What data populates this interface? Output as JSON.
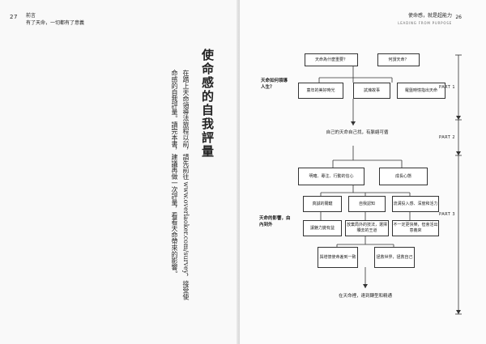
{
  "left_header": {
    "page_number": "27",
    "line1": "前言",
    "line2": "有了天命，一切都有了意義"
  },
  "right_header": {
    "title": "使命感，就是超能力",
    "page_number": "26",
    "subtitle": "LEADING FROM PURPOSE"
  },
  "left_page": {
    "title": "使命感的自我評量",
    "body": "在踏上天命領導法旅程以前，請先前往 www.overlaoker.com/survey，接受使命感的自我評量。讀完本書，建議再做一次評量，看看天命帶來的影響。"
  },
  "flowchart": {
    "top_q1": "天命為什麼重要？",
    "top_q2": "何謂天命？",
    "side_q1": "天命如何領導人生？",
    "row1": [
      "童年的美好時光",
      "試煉故事",
      "羅盤時憶指出天命"
    ],
    "center_text": "自己的天命自己找，有脈絡可循",
    "row2": [
      "明確、專注、行動的信心",
      "成長心態"
    ],
    "side_q2": "天命的影響，由內到外",
    "row3": [
      "真誠的關鍵",
      "自我認知",
      "流溝投入感、深度和活力"
    ],
    "row4": [
      "讓魅力變有益",
      "放棄局外的技法，選擇贖去的王道",
      "不一定更快樂，但會活出意義來"
    ],
    "row5": [
      "與增懷使命差到一致",
      "拯救世界，拯救自己"
    ],
    "bottom_text": "在天命裡，達到轉型和精通",
    "parts": [
      "PART 1",
      "PART 2",
      "PART 3"
    ]
  }
}
